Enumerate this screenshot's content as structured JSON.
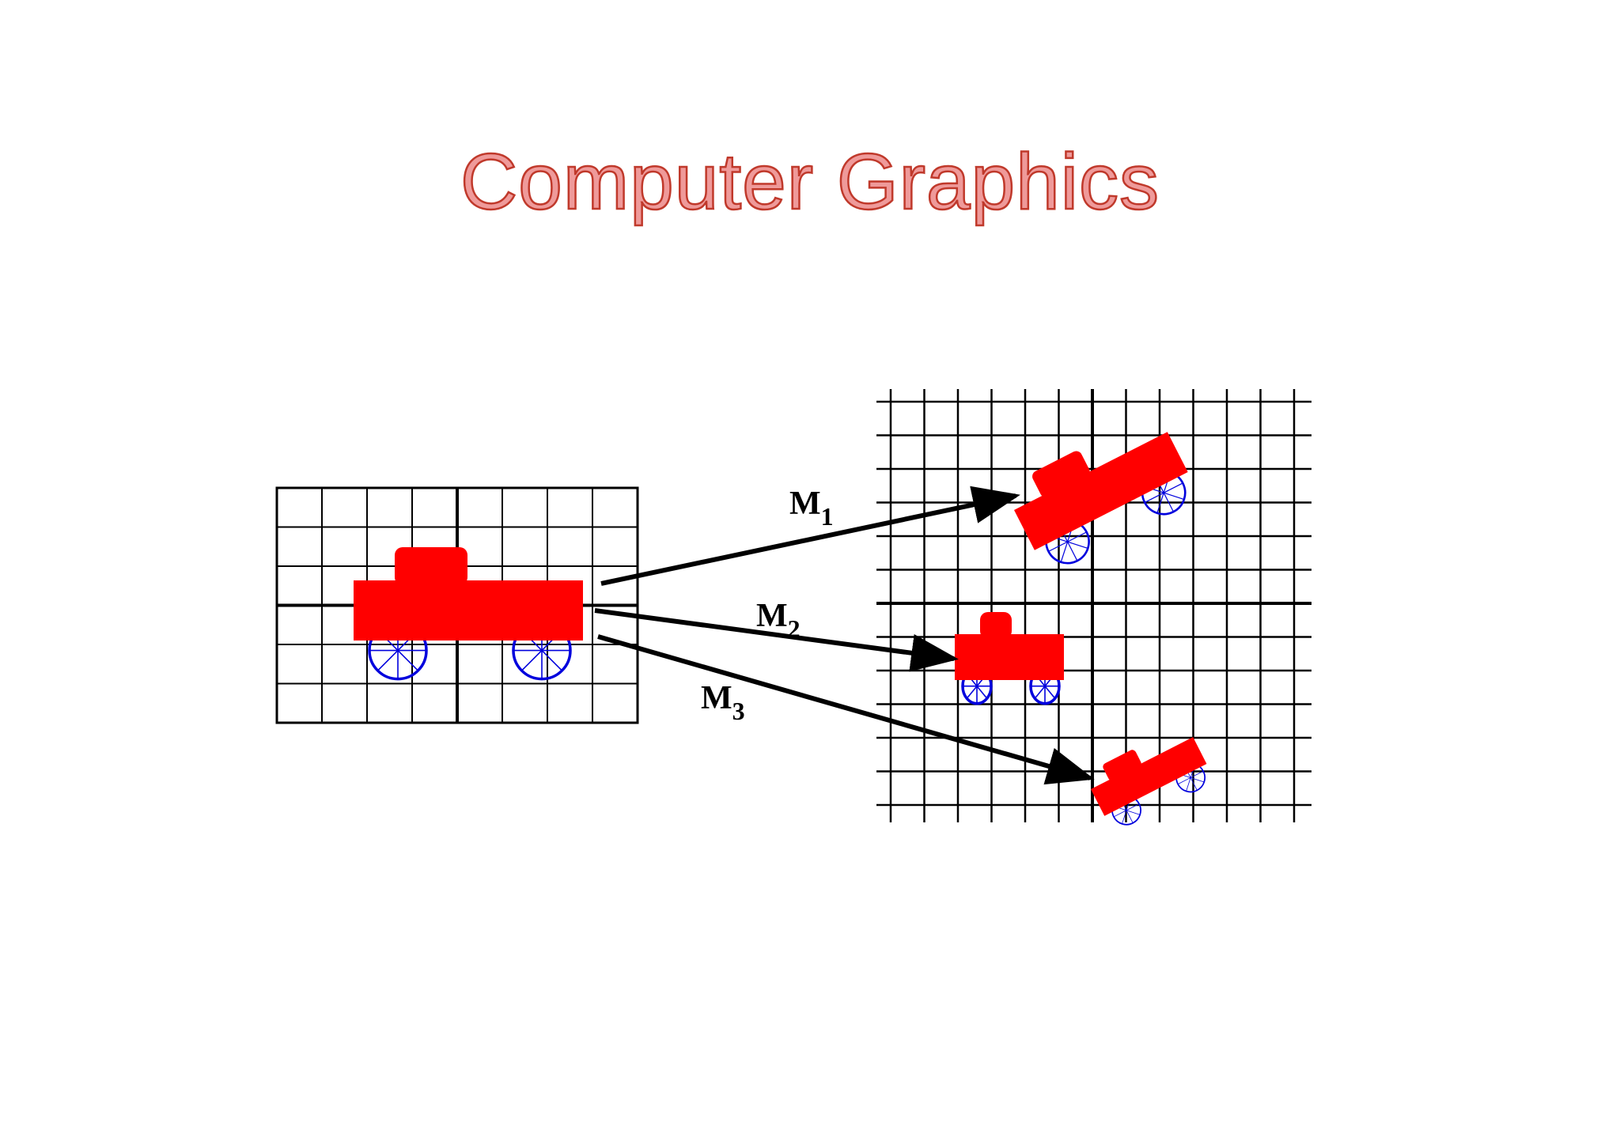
{
  "title": "Computer Graphics",
  "colors": {
    "title_fill": "#ef9a9a",
    "title_stroke": "#c0392b",
    "car_body": "#ff0000",
    "wheel": "#0000dd",
    "grid": "#000000",
    "arrow": "#000000"
  },
  "arrows": [
    {
      "id": "m1",
      "letter": "M",
      "sub": "1"
    },
    {
      "id": "m2",
      "letter": "M",
      "sub": "2"
    },
    {
      "id": "m3",
      "letter": "M",
      "sub": "3"
    }
  ]
}
